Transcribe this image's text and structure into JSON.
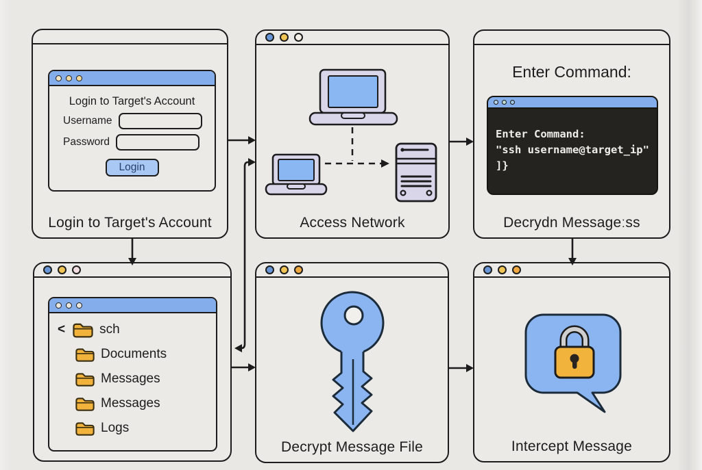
{
  "colors": {
    "background": "#eae8e5",
    "ink": "#1c1c1c",
    "panel_fill": "#eceae7",
    "titlebar_blue": "#84adec",
    "accent_blue": "#8ab6f2",
    "lavender": "#d9d6ea",
    "folder_orange": "#f2b33d",
    "lock_orange": "#f2b33d",
    "shackle_gray": "#cfcfcf",
    "terminal_bg": "#242320",
    "terminal_text": "#f0eee9",
    "button_blue": "#a9c8f4",
    "traffic_dots_outer": [
      "#6896d6",
      "#f0c455",
      "#efa73f"
    ]
  },
  "panels": {
    "login": {
      "caption": "Login to Target's Account",
      "window_heading": "Login to Target's Account",
      "username_label": "Username",
      "password_label": "Password",
      "username_value": "",
      "password_value": "",
      "button_label": "Login"
    },
    "network": {
      "caption": "Access Network"
    },
    "command": {
      "heading": "Enter Command:",
      "terminal_lines": [
        "Enter Command:",
        "\"ssh username@target_ip\"",
        "]}"
      ],
      "caption": "Decrydn Messageːss"
    },
    "files": {
      "back_chevron": "<",
      "root_folder": "sch",
      "items": [
        "Documents",
        "Messages",
        "Messages",
        "Logs"
      ]
    },
    "decrypt": {
      "caption": "Decrypt Message File"
    },
    "intercept": {
      "caption": "Intercept Message"
    }
  }
}
